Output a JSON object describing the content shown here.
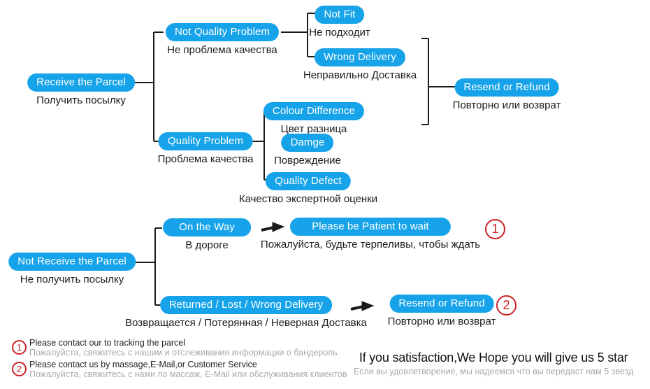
{
  "colors": {
    "box_blue": "#17a3e9",
    "marker_red": "#cc2128",
    "line_black": "#1b1b1b",
    "muted_gray": "#aaaaaa"
  },
  "top_flow": {
    "root": {
      "en": "Receive the Parcel",
      "ru": "Получить посылку"
    },
    "not_quality": {
      "en": "Not Quality Problem",
      "ru": "Не проблема качества"
    },
    "not_fit": {
      "en": "Not Fit",
      "ru": "Не подходит"
    },
    "wrong_delivery": {
      "en": "Wrong Delivery",
      "ru": "Неправильно Доставка"
    },
    "resend_top": {
      "en": "Resend or Refund",
      "ru": "Повторно или возврат"
    },
    "quality": {
      "en": "Quality Problem",
      "ru": "Проблема качества"
    },
    "colour_diff": {
      "en": "Colour Difference",
      "ru": "Цвет разница"
    },
    "damge": {
      "en": "Damge",
      "ru": "Повреждение"
    },
    "quality_defect": {
      "en": "Quality Defect",
      "ru": "Качество экспертной оценки"
    }
  },
  "bottom_flow": {
    "root": {
      "en": "Not Receive the Parcel",
      "ru": "Не получить посылку"
    },
    "on_the_way": {
      "en": "On the Way",
      "ru": "В дороге"
    },
    "be_patient": {
      "en": "Please be Patient to wait",
      "ru": "Пожалуйста, будьте терпеливы, чтобы ждать"
    },
    "returned_lost": {
      "en": "Returned / Lost / Wrong Delivery",
      "ru": "Возвращается / Потерянная / Неверная Доставка"
    },
    "resend_bottom": {
      "en": "Resend or Refund",
      "ru": "Повторно или возврат"
    },
    "marker1": "1",
    "marker2": "2"
  },
  "footnotes": [
    {
      "num": "1",
      "en": "Please contact our to tracking the parcel",
      "ru": "Пожалуйста, свяжитесь с нашим и отслеживания информации о бандероль"
    },
    {
      "num": "2",
      "en": "Please contact us by massage,E-Mail,or Customer Service",
      "ru": "Пожалуйста, свяжитесь с нами по массаж, E-Mail или обслуживания клиентов"
    }
  ],
  "satisfaction": {
    "en": "If you satisfaction,We Hope you will give us 5 star",
    "ru": "Если вы удовлетворение, мы надеемся что вы передаст нам 5 звезд"
  }
}
